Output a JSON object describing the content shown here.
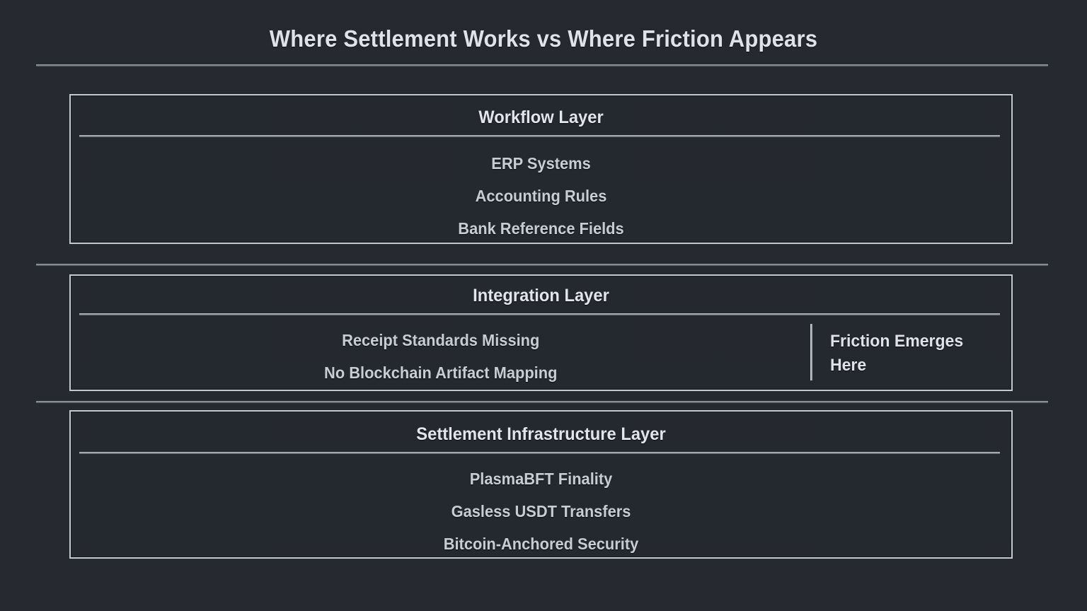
{
  "slide": {
    "title": "Where Settlement Works vs Where Friction Appears",
    "background_color": "#23272e",
    "title_color": "#dfe3e9",
    "item_color": "#c8cdd5",
    "border_color": "#c3c9d1"
  },
  "layers": [
    {
      "id": "workflow",
      "title": "Workflow Layer",
      "items": [
        "ERP Systems",
        "Accounting Rules",
        "Bank Reference Fields"
      ],
      "note": ""
    },
    {
      "id": "integration",
      "title": "Integration Layer",
      "items": [
        "Receipt Standards Missing",
        "No Blockchain Artifact Mapping"
      ],
      "note": "Friction Emerges Here"
    },
    {
      "id": "settlement",
      "title": "Settlement Infrastructure Layer",
      "items": [
        "PlasmaBFT Finality",
        "Gasless USDT Transfers",
        "Bitcoin-Anchored Security"
      ],
      "note": ""
    }
  ]
}
